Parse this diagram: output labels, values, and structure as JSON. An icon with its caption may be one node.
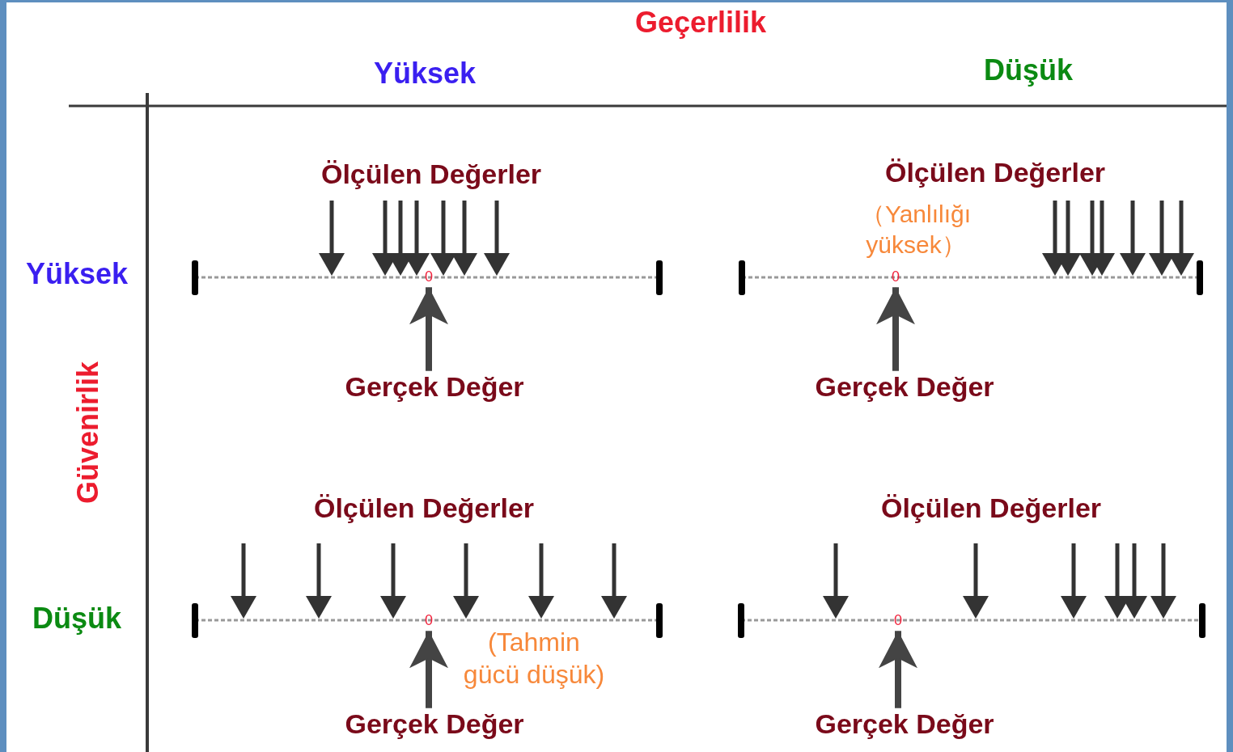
{
  "diagram": {
    "title": "Geçerlilik",
    "nodes": [
      {
        "text": [
          "0"
        ]
      },
      {
        "text": [
          "Gerçek Değer"
        ]
      },
      {
        "text": [
          "0"
        ]
      },
      {
        "text": [
          "Gerçek Değer"
        ]
      },
      {
        "text": [
          "0"
        ]
      },
      {
        "text": [
          "Gerçek Değer"
        ]
      },
      {
        "text": [
          "0"
        ]
      },
      {
        "text": [
          "Gerçek Değer"
        ]
      }
    ],
    "edges": [
      {
        "from": 1,
        "to": 0,
        "arrow": "to"
      },
      {
        "from": 3,
        "to": 2,
        "arrow": "to"
      },
      {
        "from": 5,
        "to": 4,
        "arrow": "to"
      },
      {
        "from": 7,
        "to": 6,
        "arrow": "to"
      }
    ],
    "labels": [
      "Yüksek",
      "Düşük",
      "Ölçülen Değerler",
      "Ölçülen Değerler",
      "Yüksek",
      "（Yanlılığı yüksek）",
      "Güvenirlik",
      "Ölçülen Değerler",
      "Ölçülen Değerler",
      "Düşük",
      "(Tahmin gücü düşük)"
    ]
  }
}
